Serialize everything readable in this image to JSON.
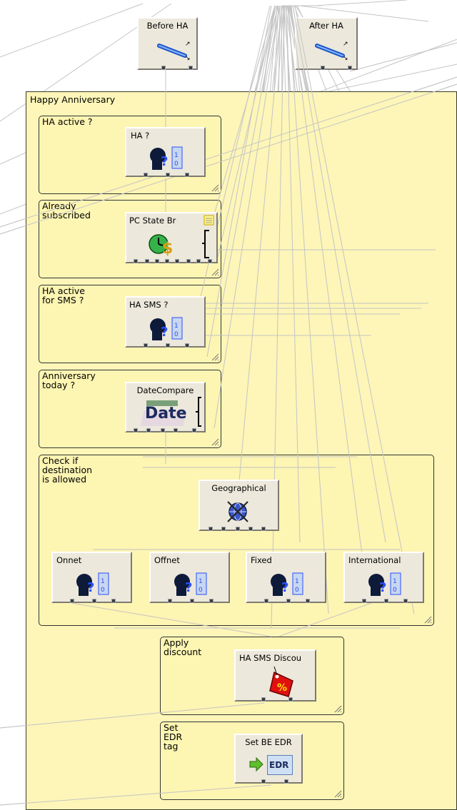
{
  "groups": {
    "outer": "Happy Anniversary",
    "ha_active": "HA active ?",
    "already": "Already\nsubscribed",
    "ha_sms": "HA active\nfor SMS ?",
    "anniv": "Anniversary\ntoday ?",
    "dest": "Check if\ndestination\nis allowed",
    "discount": "Apply\ndiscount",
    "edr": "Set\nEDR\ntag"
  },
  "nodes": {
    "before_ha": "Before HA",
    "after_ha": "After HA",
    "ha_q": "HA ?",
    "pc_state": "PC State Br",
    "ha_sms_q": "HA SMS ?",
    "date_compare": "DateCompare",
    "date_icon_text": "Date",
    "geographical": "Geographical",
    "onnet": "Onnet",
    "offnet": "Offnet",
    "fixed": "Fixed",
    "international": "International",
    "ha_sms_discount": "HA SMS Discou",
    "discount_icon_text": "%",
    "set_be_edr": "Set BE EDR",
    "edr_icon_text": "EDR"
  },
  "colors": {
    "canvas": "#ffffff",
    "group_fill": "#fdf6b8",
    "node_fill": "#ece8db",
    "wire": "#c8c8c8"
  }
}
